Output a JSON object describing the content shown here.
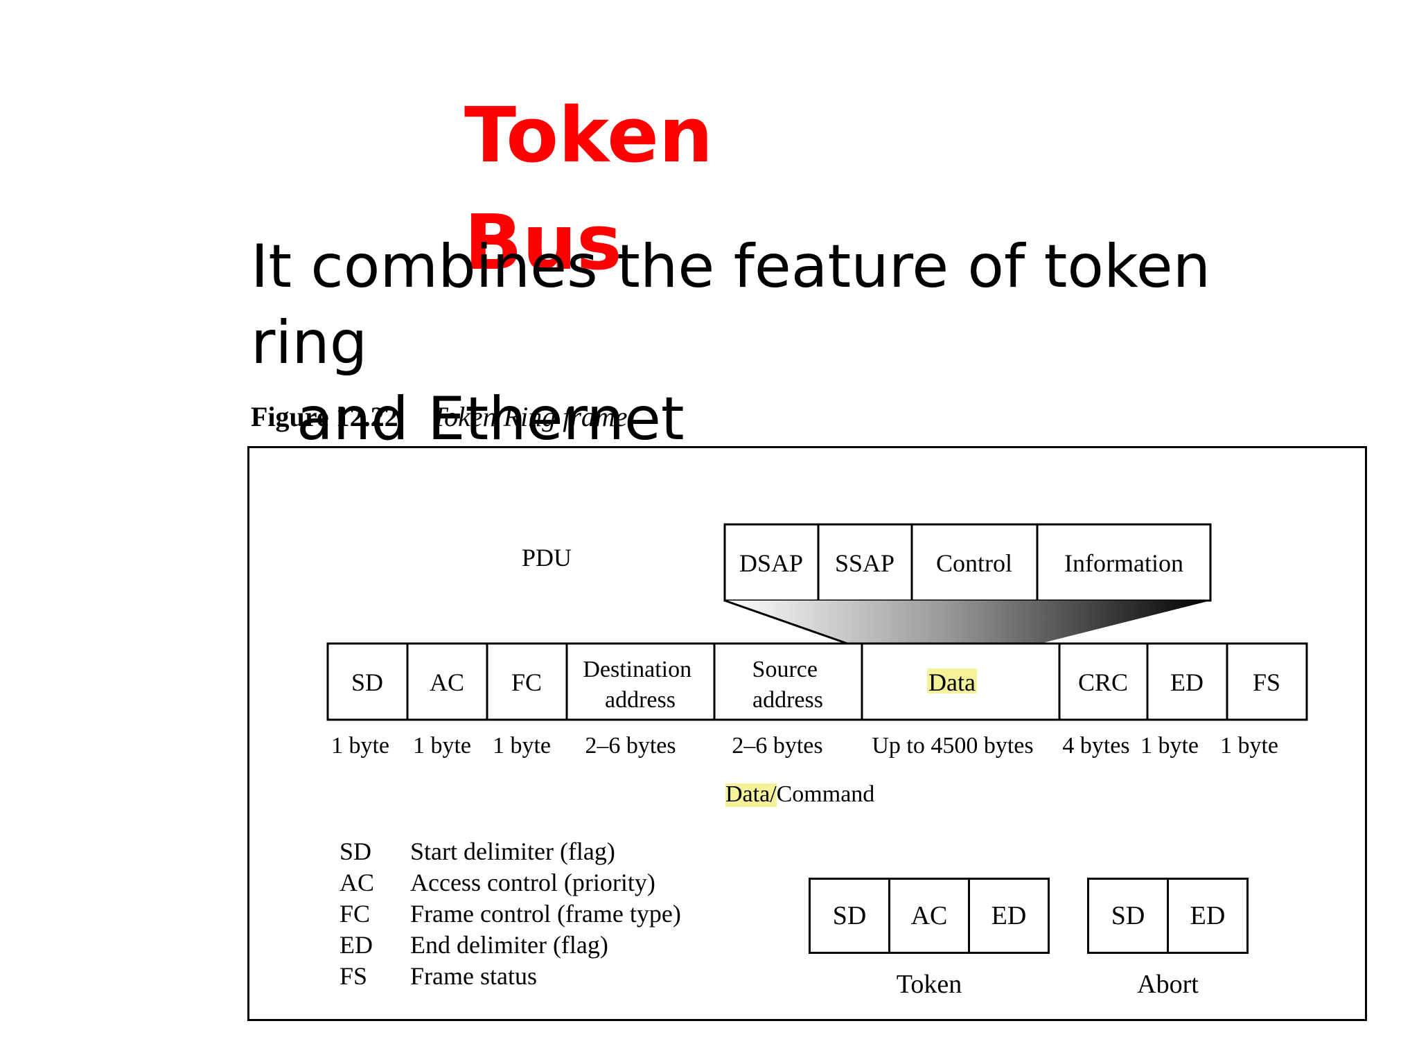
{
  "slide": {
    "title": "Token Bus",
    "body_line1": "It combines the feature of token ring",
    "body_line2": "and Ethernet"
  },
  "figure": {
    "number": "Figure 12.22",
    "name": "Token Ring frame",
    "pdu_label": "PDU",
    "pdu_fields": [
      "DSAP",
      "SSAP",
      "Control",
      "Information"
    ],
    "frame_fields": [
      {
        "label": "SD",
        "size": "1 byte"
      },
      {
        "label": "AC",
        "size": "1 byte"
      },
      {
        "label": "FC",
        "size": "1 byte"
      },
      {
        "label": "Destination address",
        "size": "2–6 bytes"
      },
      {
        "label": "Source address",
        "size": "2–6 bytes"
      },
      {
        "label": "Data",
        "size": "Up to 4500 bytes"
      },
      {
        "label": "CRC",
        "size": "4 bytes"
      },
      {
        "label": "ED",
        "size": "1 byte"
      },
      {
        "label": "FS",
        "size": "1 byte"
      }
    ],
    "frame_type_caption_highlight": "Data",
    "frame_type_caption_rest": "/Command",
    "legend": [
      {
        "abbr": "SD",
        "meaning": "Start delimiter (flag)"
      },
      {
        "abbr": "AC",
        "meaning": "Access control (priority)"
      },
      {
        "abbr": "FC",
        "meaning": "Frame control (frame type)"
      },
      {
        "abbr": "ED",
        "meaning": "End delimiter (flag)"
      },
      {
        "abbr": "FS",
        "meaning": "Frame status"
      }
    ],
    "token_frame": {
      "fields": [
        "SD",
        "AC",
        "ED"
      ],
      "label": "Token"
    },
    "abort_frame": {
      "fields": [
        "SD",
        "ED"
      ],
      "label": "Abort"
    },
    "highlight_color": "#f5f29a"
  }
}
